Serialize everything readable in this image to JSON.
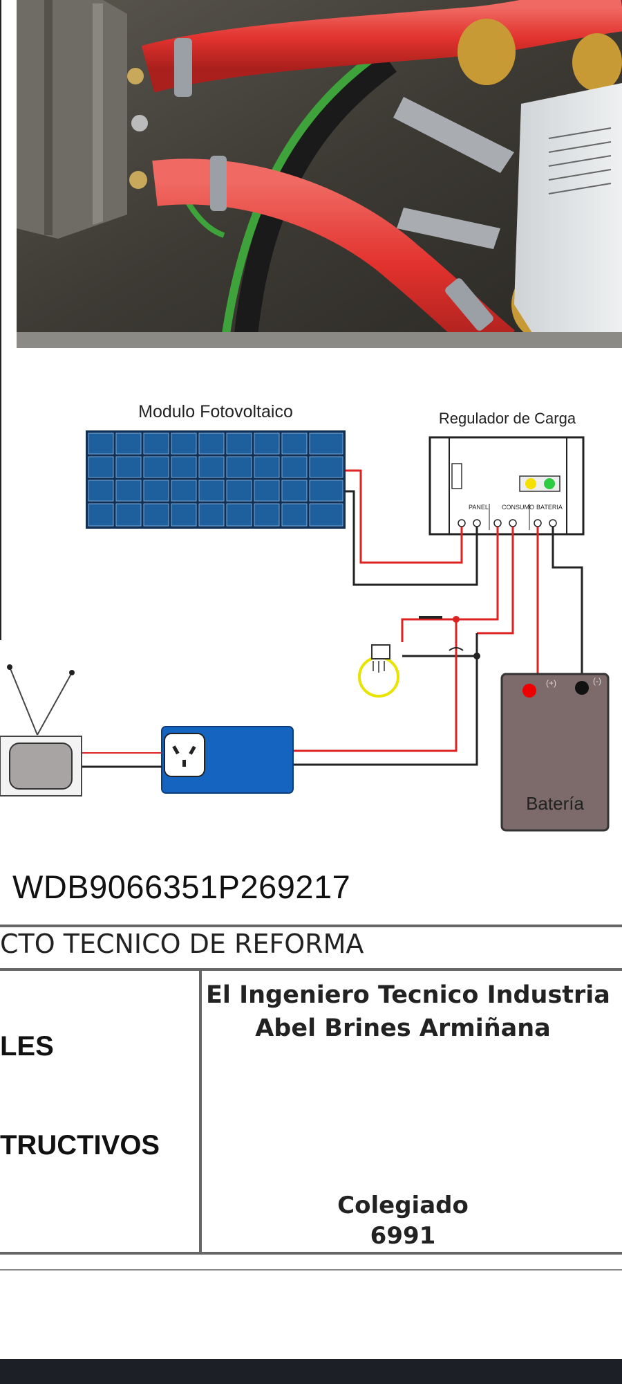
{
  "diagram": {
    "panel_label": "Modulo Fotovoltaico",
    "regulator_label": "Regulador de Carga",
    "terminal_panel": "PANEL",
    "terminal_consumo": "CONSUMO",
    "terminal_bateria": "BATERIA",
    "battery_label": "Batería"
  },
  "vin_text": "WDB9066351P269217",
  "table": {
    "heading": "CTO TECNICO DE REFORMA",
    "left_row_1": "LES",
    "left_row_2": "TRUCTIVOS",
    "engineer_line_1": "El Ingeniero Tecnico Industria",
    "engineer_line_2": "Abel Brines Armiñana",
    "colegiado_label": "Colegiado",
    "colegiado_number": "6991"
  },
  "colors": {
    "hose_red": "#e2322e",
    "cable_green": "#3ea33a",
    "panel_blue": "#1e5f9e",
    "inverter_blue": "#1565c0",
    "battery_fill": "#7d6a6a",
    "bottom_bar": "#1c1f26"
  }
}
